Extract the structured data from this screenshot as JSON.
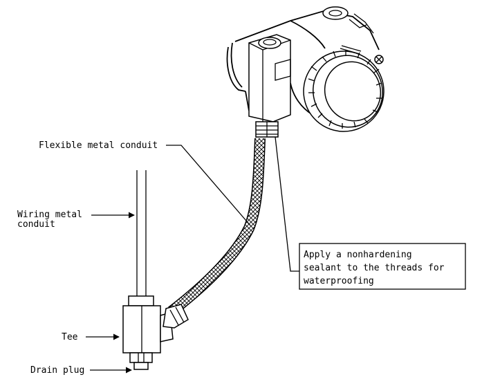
{
  "labels": {
    "flexible_conduit": "Flexible metal conduit",
    "wiring_conduit_line1": "Wiring metal",
    "wiring_conduit_line2": "conduit",
    "sealant_line1": "Apply a nonhardening",
    "sealant_line2": "sealant to the threads for",
    "sealant_line3": "waterproofing",
    "tee": "Tee",
    "drain_plug": "Drain plug"
  }
}
